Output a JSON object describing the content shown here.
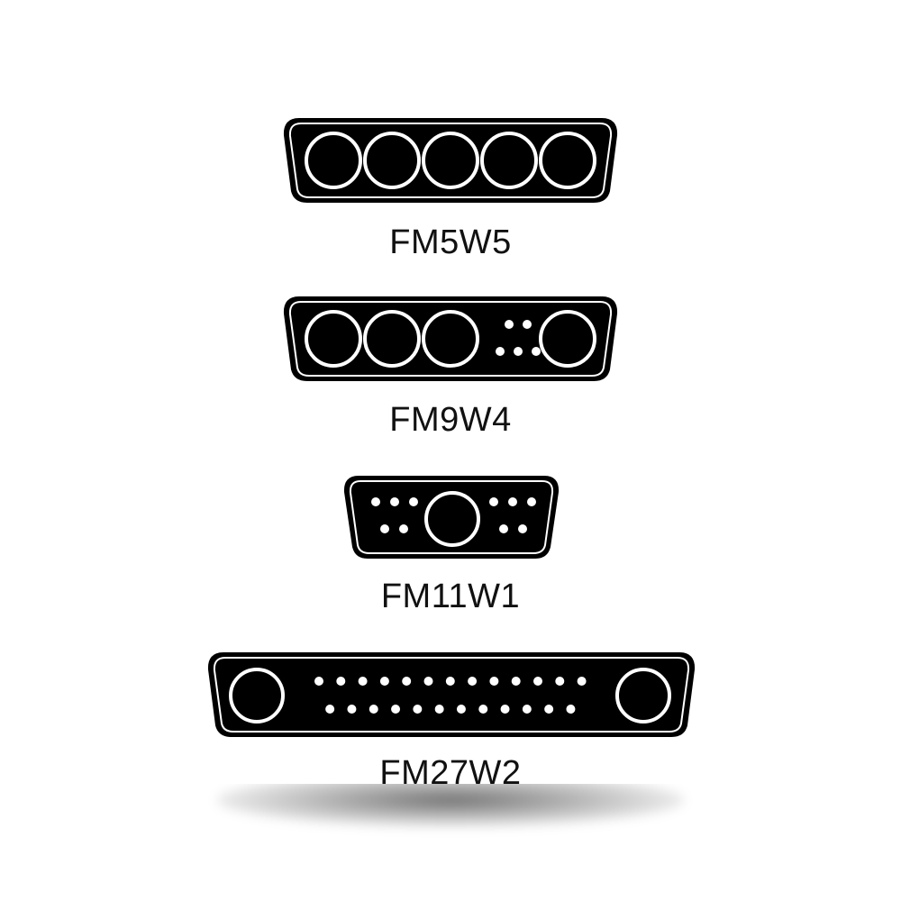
{
  "connectors": [
    {
      "label": "FM5W5",
      "cavities": [
        "coax",
        "coax",
        "coax",
        "coax",
        "coax"
      ],
      "signal_pins": 0
    },
    {
      "label": "FM9W4",
      "cavities": [
        "coax",
        "coax",
        "coax",
        "coax"
      ],
      "signal_pins": 5
    },
    {
      "label": "FM11W1",
      "cavities": [
        "coax"
      ],
      "signal_pins": 10
    },
    {
      "label": "FM27W2",
      "cavities": [
        "coax",
        "coax"
      ],
      "signal_pins": 25
    }
  ],
  "colors": {
    "shell": "#000000",
    "contact_outline": "#ffffff",
    "text": "#111111",
    "background": "#ffffff"
  }
}
